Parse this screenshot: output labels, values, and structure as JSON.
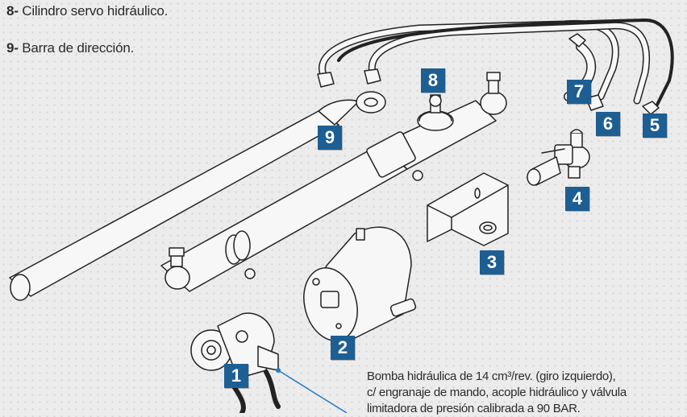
{
  "legend": {
    "item8": {
      "number": "8-",
      "text": " Cilindro servo hidráulico."
    },
    "item9": {
      "number": "9-",
      "text": " Barra de dirección."
    }
  },
  "badges": [
    "1",
    "2",
    "3",
    "4",
    "5",
    "6",
    "7",
    "8",
    "9"
  ],
  "caption": {
    "line1": "Bomba hidráulica de 14 cm³/rev. (giro izquierdo),",
    "line2": "c/ engranaje de mando, acople hidráulico y válvula",
    "line3": "limitadora de presión calibrada a 90 BAR."
  },
  "colors": {
    "badge": "#1d5e93",
    "line": "#222222",
    "leader": "#2a7bbf"
  }
}
